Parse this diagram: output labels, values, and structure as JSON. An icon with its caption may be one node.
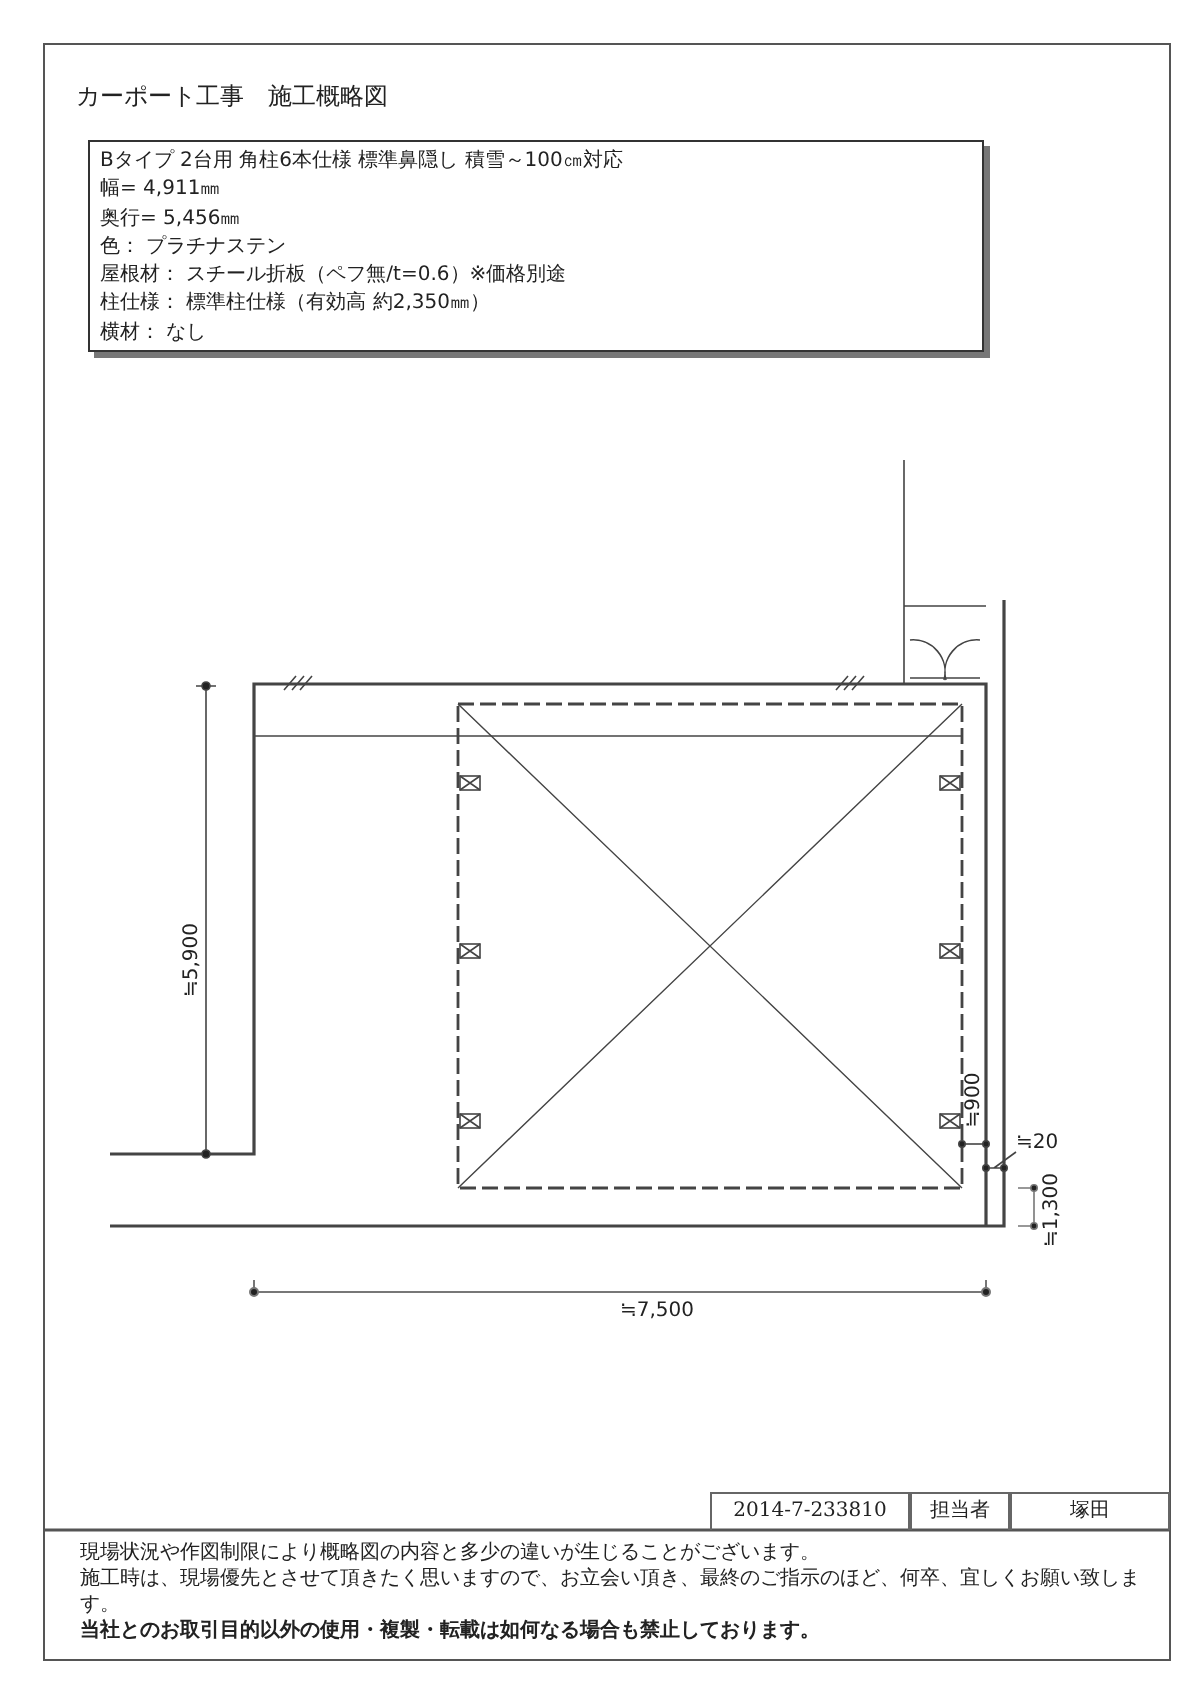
{
  "diagram": {
    "title": "カーポート工事　施工概略図",
    "nodes": [
      {
        "text": [
          "Bタイプ 2台用 角柱6本仕様 標準鼻隠し 積雪～100㎝対応",
          "幅= 4,911㎜",
          "奥行= 5,456㎜",
          "色： プラチナステン",
          "屋根材： スチール折板（ペフ無/t=0.6）※価格別途",
          "柱仕様： 標準柱仕様（有効高 約2,350㎜）",
          "横材： なし"
        ]
      }
    ],
    "labels": [
      "≒5,900",
      "≒900",
      "≒20",
      "≒1,300",
      "≒7,500",
      "2014-7-233810",
      "担当者",
      "塚田",
      "現場状況や作図制限により概略図の内容と多少の違いが生じることがございます。",
      "施工時は、現場優先とさせて頂きたく思いますので、お立会い頂き、最終のご指示のほど、何卒、宜しくお願い致します。",
      "当社とのお取引目的以外の使用・複製・転載は如何なる場合も禁止しております。"
    ]
  }
}
